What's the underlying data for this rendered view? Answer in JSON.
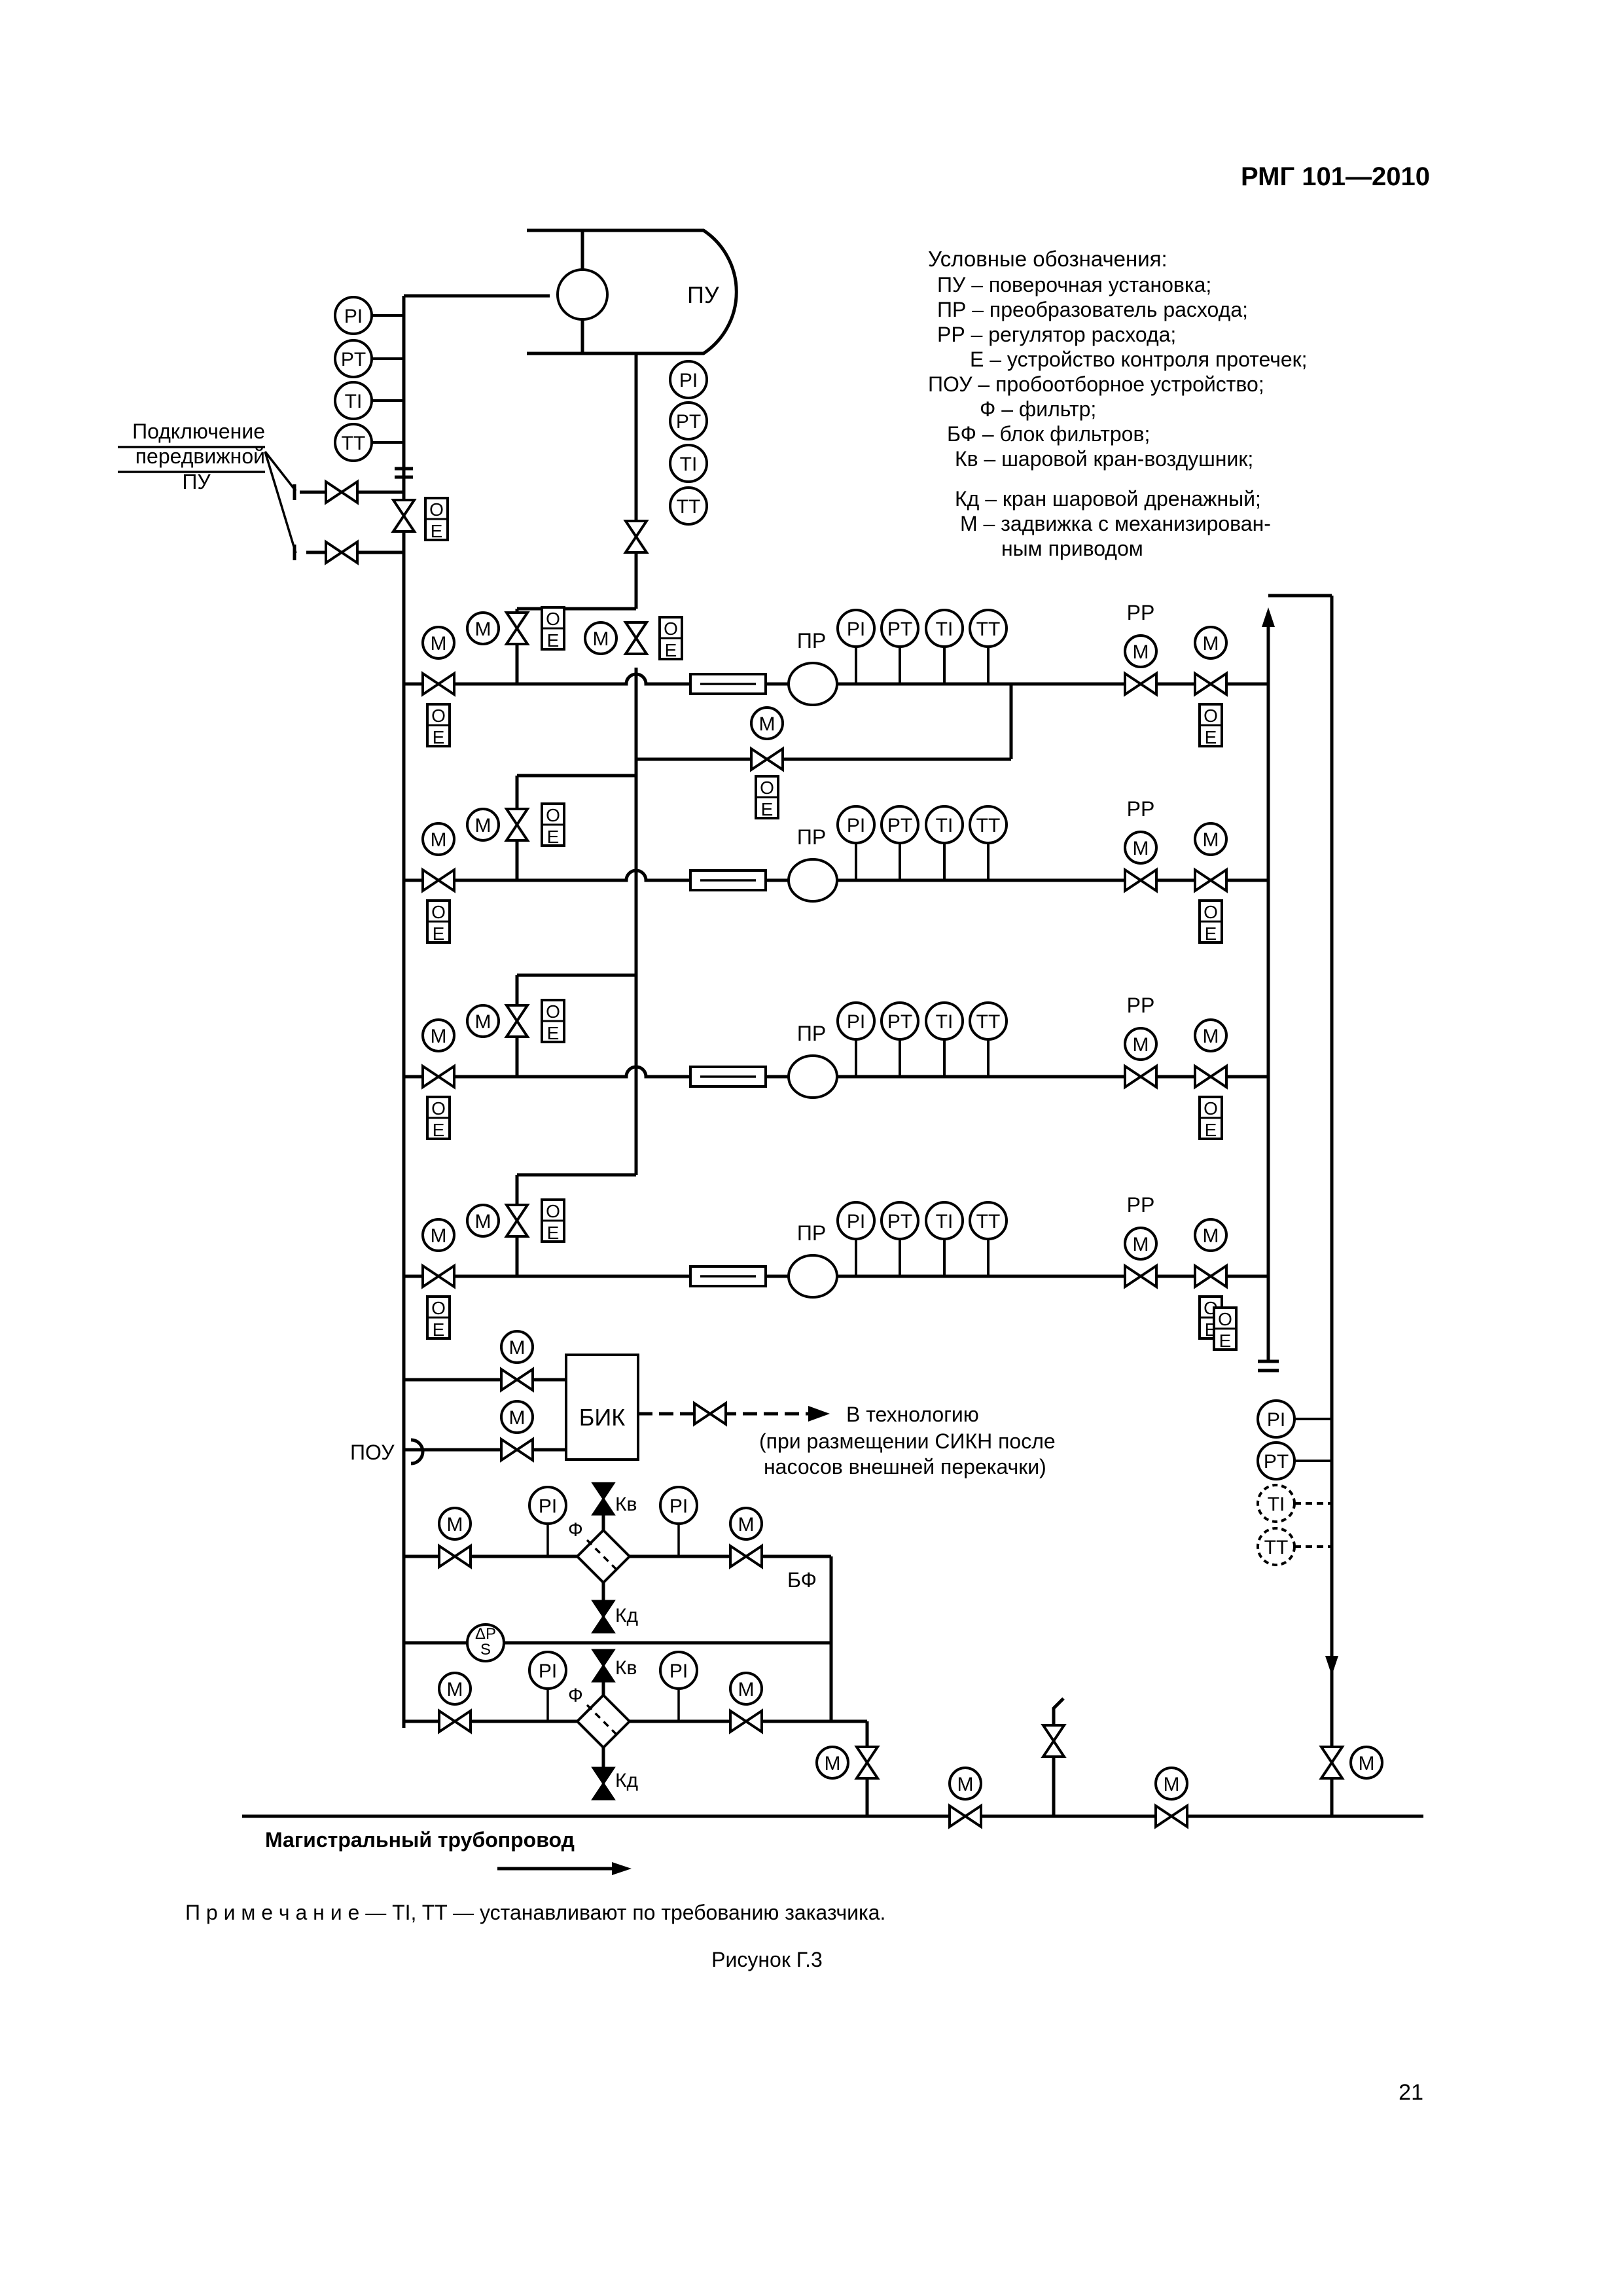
{
  "header": {
    "doc_code": "РМГ 101—2010"
  },
  "legend": {
    "title": "Условные обозначения:",
    "items": [
      "ПУ – поверочная установка;",
      "ПР – преобразователь расхода;",
      "РР – регулятор расхода;",
      "Е – устройство контроля протечек;",
      "ПОУ – пробоотборное устройство;",
      "Ф – фильтр;",
      "БФ – блок фильтров;",
      "Кв – шаровой кран-воздушник;",
      "Кд – кран шаровой дренажный;",
      "М – задвижка с механизирован-",
      "ным приводом"
    ]
  },
  "labels": {
    "pu": "ПУ",
    "connection": [
      "Подключение",
      "передвижной",
      "ПУ"
    ],
    "pr": "ПР",
    "rr": "РР",
    "bik": "БИК",
    "technology": [
      "В технологию",
      "(при размещении СИКН после",
      "насосов внешней перекачки)"
    ],
    "pou": "ПОУ",
    "bf": "БФ",
    "f": "Ф",
    "kv": "Кв",
    "kd": "Кд",
    "pipeline": "Магистральный трубопровод"
  },
  "instruments": {
    "pi": "PI",
    "pt": "PT",
    "ti": "TI",
    "tt": "TT",
    "m": "M",
    "o": "O",
    "e": "E"
  },
  "note": "П р и м е ч а н и е — TI, TT — устанавливают по требованию заказчика.",
  "figure_caption": "Рисунок Г.3",
  "page_number": "21"
}
